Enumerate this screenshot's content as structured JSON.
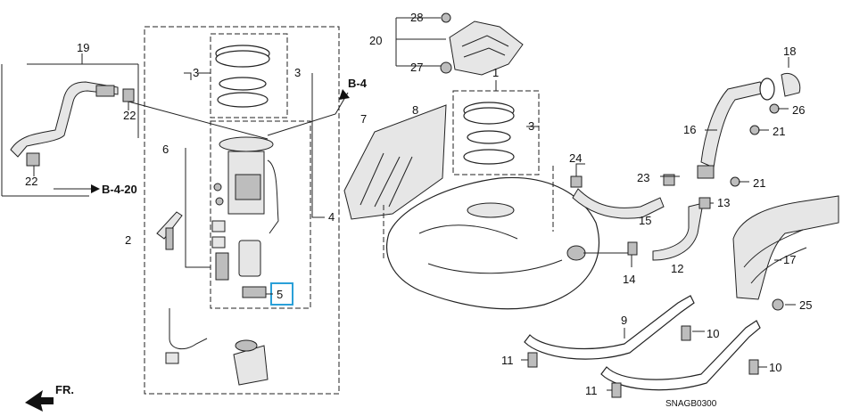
{
  "callouts": {
    "c1": "1",
    "c2": "2",
    "c3a": "3",
    "c3b": "3",
    "c3c": "3",
    "c4": "4",
    "c5": "5",
    "c6": "6",
    "c7": "7",
    "c8": "8",
    "c9": "9",
    "c10a": "10",
    "c10b": "10",
    "c11a": "11",
    "c11b": "11",
    "c12": "12",
    "c13": "13",
    "c14": "14",
    "c15": "15",
    "c16": "16",
    "c17": "17",
    "c18": "18",
    "c19": "19",
    "c20": "20",
    "c21a": "21",
    "c21b": "21",
    "c22a": "22",
    "c22b": "22",
    "c23": "23",
    "c24": "24",
    "c25": "25",
    "c26": "26",
    "c27": "27",
    "c28": "28"
  },
  "refs": {
    "b4": "B-4",
    "b420": "B-4-20",
    "fr": "FR."
  },
  "diagram_code": "SNAGB0300",
  "highlight_color": "#2aa0d8"
}
